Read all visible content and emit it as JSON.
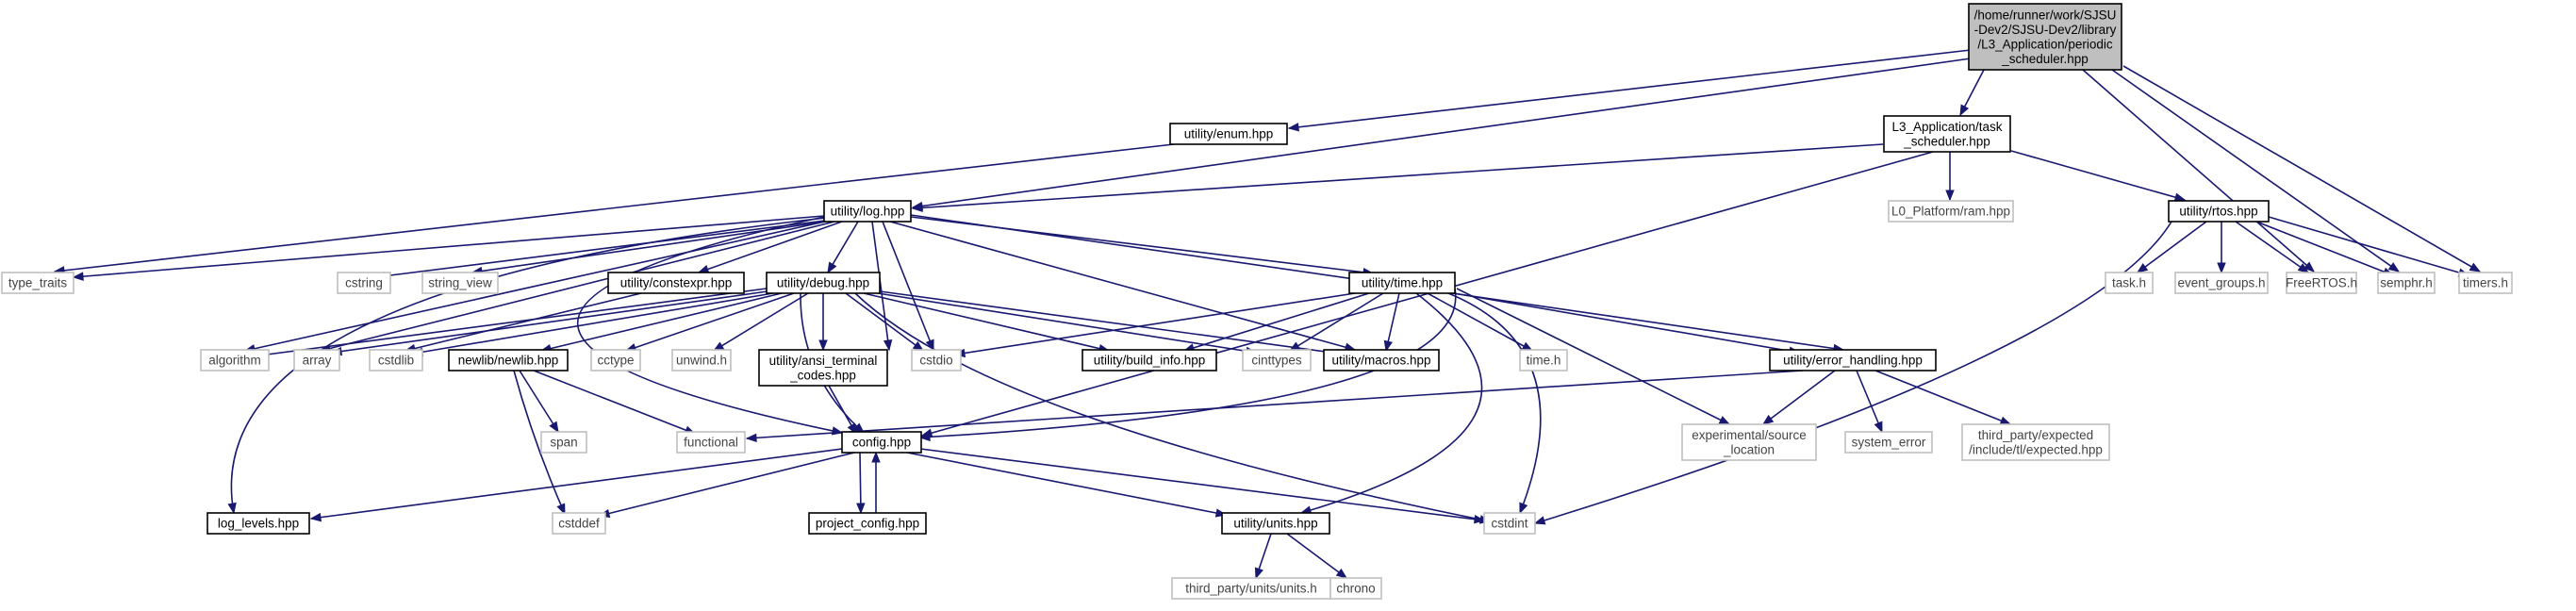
{
  "diagram": {
    "colors": {
      "edge": "#191970",
      "main_fill": "#bfbfbf",
      "doc_border": "#000000",
      "ext_border": "#bfbfbf"
    },
    "nodes": [
      {
        "id": "main",
        "kind": "main",
        "lines": [
          "/home/runner/work/SJSU",
          "-Dev2/SJSU-Dev2/library",
          "/L3_Application/periodic",
          "_scheduler.hpp"
        ]
      },
      {
        "id": "enum",
        "kind": "doc",
        "lines": [
          "utility/enum.hpp"
        ]
      },
      {
        "id": "task_scheduler",
        "kind": "doc",
        "lines": [
          "L3_Application/task",
          "_scheduler.hpp"
        ]
      },
      {
        "id": "log",
        "kind": "doc",
        "lines": [
          "utility/log.hpp"
        ]
      },
      {
        "id": "ram",
        "kind": "ext",
        "lines": [
          "L0_Platform/ram.hpp"
        ]
      },
      {
        "id": "rtos",
        "kind": "doc",
        "lines": [
          "utility/rtos.hpp"
        ]
      },
      {
        "id": "type_traits",
        "kind": "ext",
        "lines": [
          "type_traits"
        ]
      },
      {
        "id": "cstring",
        "kind": "ext",
        "lines": [
          "cstring"
        ]
      },
      {
        "id": "string_view",
        "kind": "ext",
        "lines": [
          "string_view"
        ]
      },
      {
        "id": "constexpr",
        "kind": "doc",
        "lines": [
          "utility/constexpr.hpp"
        ]
      },
      {
        "id": "debug",
        "kind": "doc",
        "lines": [
          "utility/debug.hpp"
        ]
      },
      {
        "id": "time",
        "kind": "doc",
        "lines": [
          "utility/time.hpp"
        ]
      },
      {
        "id": "task_h",
        "kind": "ext",
        "lines": [
          "task.h"
        ]
      },
      {
        "id": "event_groups",
        "kind": "ext",
        "lines": [
          "event_groups.h"
        ]
      },
      {
        "id": "freertos",
        "kind": "ext",
        "lines": [
          "FreeRTOS.h"
        ]
      },
      {
        "id": "semphr",
        "kind": "ext",
        "lines": [
          "semphr.h"
        ]
      },
      {
        "id": "timers",
        "kind": "ext",
        "lines": [
          "timers.h"
        ]
      },
      {
        "id": "algorithm",
        "kind": "ext",
        "lines": [
          "algorithm"
        ]
      },
      {
        "id": "array",
        "kind": "ext",
        "lines": [
          "array"
        ]
      },
      {
        "id": "cstdlib",
        "kind": "ext",
        "lines": [
          "cstdlib"
        ]
      },
      {
        "id": "newlib",
        "kind": "doc",
        "lines": [
          "newlib/newlib.hpp"
        ]
      },
      {
        "id": "cctype",
        "kind": "ext",
        "lines": [
          "cctype"
        ]
      },
      {
        "id": "unwind",
        "kind": "ext",
        "lines": [
          "unwind.h"
        ]
      },
      {
        "id": "ansi",
        "kind": "doc",
        "lines": [
          "utility/ansi_terminal",
          "_codes.hpp"
        ]
      },
      {
        "id": "cstdio",
        "kind": "ext",
        "lines": [
          "cstdio"
        ]
      },
      {
        "id": "build_info",
        "kind": "doc",
        "lines": [
          "utility/build_info.hpp"
        ]
      },
      {
        "id": "cinttypes",
        "kind": "ext",
        "lines": [
          "cinttypes"
        ]
      },
      {
        "id": "macros",
        "kind": "doc",
        "lines": [
          "utility/macros.hpp"
        ]
      },
      {
        "id": "time_h",
        "kind": "ext",
        "lines": [
          "time.h"
        ]
      },
      {
        "id": "error_handling",
        "kind": "doc",
        "lines": [
          "utility/error_handling.hpp"
        ]
      },
      {
        "id": "span",
        "kind": "ext",
        "lines": [
          "span"
        ]
      },
      {
        "id": "functional",
        "kind": "ext",
        "lines": [
          "functional"
        ]
      },
      {
        "id": "config",
        "kind": "doc",
        "lines": [
          "config.hpp"
        ]
      },
      {
        "id": "exp_source",
        "kind": "ext",
        "lines": [
          "experimental/source",
          "_location"
        ]
      },
      {
        "id": "system_error",
        "kind": "ext",
        "lines": [
          "system_error"
        ]
      },
      {
        "id": "expected",
        "kind": "ext",
        "lines": [
          "third_party/expected",
          "/include/tl/expected.hpp"
        ]
      },
      {
        "id": "log_levels",
        "kind": "doc",
        "lines": [
          "log_levels.hpp"
        ]
      },
      {
        "id": "cstddef",
        "kind": "ext",
        "lines": [
          "cstddef"
        ]
      },
      {
        "id": "project_config",
        "kind": "doc",
        "lines": [
          "project_config.hpp"
        ]
      },
      {
        "id": "units",
        "kind": "doc",
        "lines": [
          "utility/units.hpp"
        ]
      },
      {
        "id": "cstdint",
        "kind": "ext",
        "lines": [
          "cstdint"
        ]
      },
      {
        "id": "units_h",
        "kind": "ext",
        "lines": [
          "third_party/units/units.h"
        ]
      },
      {
        "id": "chrono",
        "kind": "ext",
        "lines": [
          "chrono"
        ]
      }
    ],
    "edges": [
      [
        "main",
        "enum"
      ],
      [
        "main",
        "log"
      ],
      [
        "main",
        "task_scheduler"
      ],
      [
        "main",
        "freertos"
      ],
      [
        "main",
        "semphr"
      ],
      [
        "main",
        "timers"
      ],
      [
        "enum",
        "type_traits"
      ],
      [
        "task_scheduler",
        "log"
      ],
      [
        "task_scheduler",
        "ram"
      ],
      [
        "task_scheduler",
        "rtos"
      ],
      [
        "task_scheduler",
        "config"
      ],
      [
        "log",
        "type_traits"
      ],
      [
        "log",
        "cstring"
      ],
      [
        "log",
        "string_view"
      ],
      [
        "log",
        "constexpr"
      ],
      [
        "log",
        "debug"
      ],
      [
        "log",
        "time"
      ],
      [
        "log",
        "algorithm"
      ],
      [
        "log",
        "array"
      ],
      [
        "log",
        "cstdio"
      ],
      [
        "log",
        "ansi"
      ],
      [
        "log",
        "macros"
      ],
      [
        "log",
        "error_handling"
      ],
      [
        "log",
        "config"
      ],
      [
        "log",
        "log_levels"
      ],
      [
        "rtos",
        "task_h"
      ],
      [
        "rtos",
        "event_groups"
      ],
      [
        "rtos",
        "freertos"
      ],
      [
        "rtos",
        "semphr"
      ],
      [
        "rtos",
        "timers"
      ],
      [
        "rtos",
        "cstdint"
      ],
      [
        "constexpr",
        "cstdlib"
      ],
      [
        "debug",
        "algorithm"
      ],
      [
        "debug",
        "array"
      ],
      [
        "debug",
        "cstdlib"
      ],
      [
        "debug",
        "newlib"
      ],
      [
        "debug",
        "cctype"
      ],
      [
        "debug",
        "unwind"
      ],
      [
        "debug",
        "ansi"
      ],
      [
        "debug",
        "cstdio"
      ],
      [
        "debug",
        "build_info"
      ],
      [
        "debug",
        "cinttypes"
      ],
      [
        "debug",
        "macros"
      ],
      [
        "debug",
        "config"
      ],
      [
        "debug",
        "cstdint"
      ],
      [
        "time",
        "cstdio"
      ],
      [
        "time",
        "build_info"
      ],
      [
        "time",
        "cinttypes"
      ],
      [
        "time",
        "macros"
      ],
      [
        "time",
        "time_h"
      ],
      [
        "time",
        "error_handling"
      ],
      [
        "time",
        "config"
      ],
      [
        "time",
        "units"
      ],
      [
        "time",
        "cstdint"
      ],
      [
        "time",
        "exp_source"
      ],
      [
        "newlib",
        "span"
      ],
      [
        "newlib",
        "functional"
      ],
      [
        "newlib",
        "cstddef"
      ],
      [
        "ansi",
        "config"
      ],
      [
        "error_handling",
        "functional"
      ],
      [
        "error_handling",
        "exp_source"
      ],
      [
        "error_handling",
        "system_error"
      ],
      [
        "error_handling",
        "expected"
      ],
      [
        "config",
        "log_levels"
      ],
      [
        "config",
        "cstddef"
      ],
      [
        "config",
        "project_config"
      ],
      [
        "config",
        "units"
      ],
      [
        "config",
        "cstdint"
      ],
      [
        "project_config",
        "config"
      ],
      [
        "units",
        "units_h"
      ],
      [
        "units",
        "chrono"
      ]
    ]
  }
}
